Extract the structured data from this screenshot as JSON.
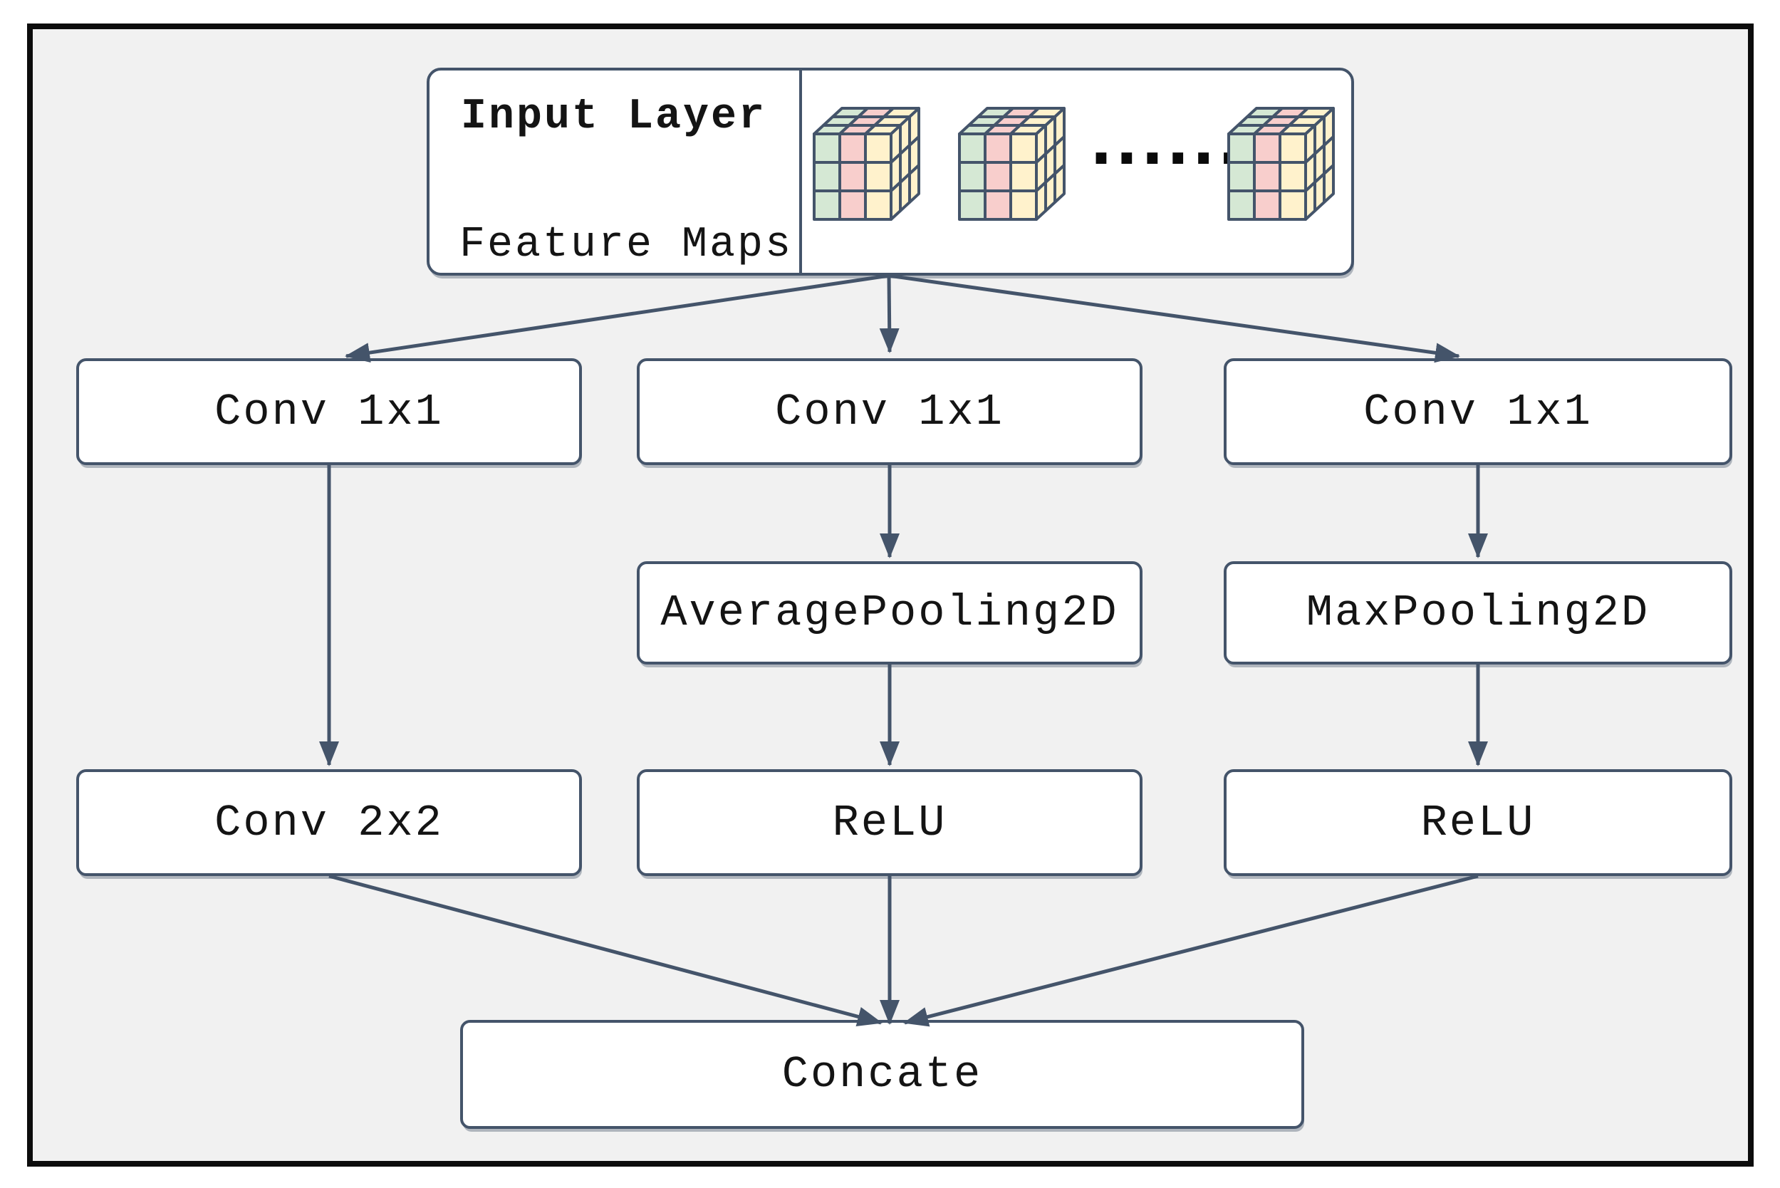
{
  "figure": {
    "colors": {
      "background": "#f1f1f1",
      "frame": "#0c0c0c",
      "stroke": "#44546a",
      "node_fill": "#ffffff",
      "text": "#141414",
      "cube_green": "#d5e8d4",
      "cube_pink": "#f8cecc",
      "cube_yellow": "#fff2cc"
    },
    "input": {
      "title": "Input Layer",
      "subtitle": "Feature Maps",
      "ellipsis": "......"
    },
    "nodes": {
      "conv_left": "Conv 1x1",
      "conv_mid": "Conv 1x1",
      "conv_right": "Conv 1x1",
      "avgpool": "AveragePooling2D",
      "maxpool": "MaxPooling2D",
      "conv2x2": "Conv 2x2",
      "relu_mid": "ReLU",
      "relu_right": "ReLU",
      "concate": "Concate"
    }
  }
}
